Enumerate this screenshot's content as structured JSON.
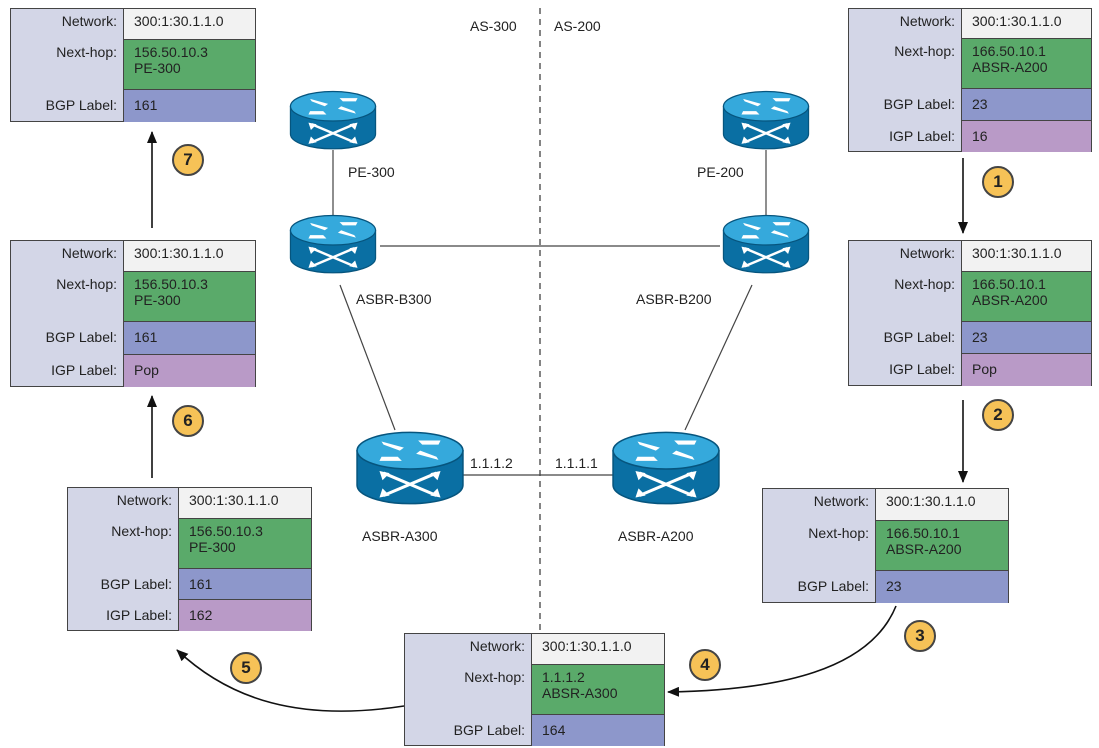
{
  "as_labels": {
    "left": "AS-300",
    "right": "AS-200"
  },
  "routers": {
    "pe300": "PE-300",
    "pe200": "PE-200",
    "asbr_b300": "ASBR-B300",
    "asbr_b200": "ASBR-B200",
    "asbr_a300": "ASBR-A300",
    "asbr_a200": "ASBR-A200"
  },
  "links": {
    "left_ip": "1.1.1.2",
    "right_ip": "1.1.1.1"
  },
  "field_labels": {
    "network": "Network:",
    "nexthop": "Next-hop:",
    "bgp": "BGP Label:",
    "igp": "IGP Label:"
  },
  "steps": [
    "1",
    "2",
    "3",
    "4",
    "5",
    "6",
    "7"
  ],
  "tables": {
    "t1": {
      "network": "300:1:30.1.1.0",
      "nexthop": [
        "166.50.10.1",
        "ABSR-A200"
      ],
      "bgp": "23",
      "igp": "16"
    },
    "t2": {
      "network": "300:1:30.1.1.0",
      "nexthop": [
        "166.50.10.1",
        "ABSR-A200"
      ],
      "bgp": "23",
      "igp": "Pop"
    },
    "t3": {
      "network": "300:1:30.1.1.0",
      "nexthop": [
        "166.50.10.1",
        "ABSR-A200"
      ],
      "bgp": "23"
    },
    "t4": {
      "network": "300:1:30.1.1.0",
      "nexthop": [
        "1.1.1.2",
        "ABSR-A300"
      ],
      "bgp": "164"
    },
    "t5": {
      "network": "300:1:30.1.1.0",
      "nexthop": [
        "156.50.10.3",
        "PE-300"
      ],
      "bgp": "161",
      "igp": "162"
    },
    "t6": {
      "network": "300:1:30.1.1.0",
      "nexthop": [
        "156.50.10.3",
        "PE-300"
      ],
      "bgp": "161",
      "igp": "Pop"
    },
    "t7": {
      "network": "300:1:30.1.1.0",
      "nexthop": [
        "156.50.10.3",
        "PE-300"
      ],
      "bgp": "161"
    }
  },
  "colors": {
    "router": "#0b84be",
    "network_cell": "#f2f2f2",
    "nexthop_cell": "#5aaa6a",
    "bgp_cell": "#8d97cb",
    "igp_cell": "#b99ac7",
    "table_bg": "#d3d6e7",
    "badge": "#f6c257"
  }
}
